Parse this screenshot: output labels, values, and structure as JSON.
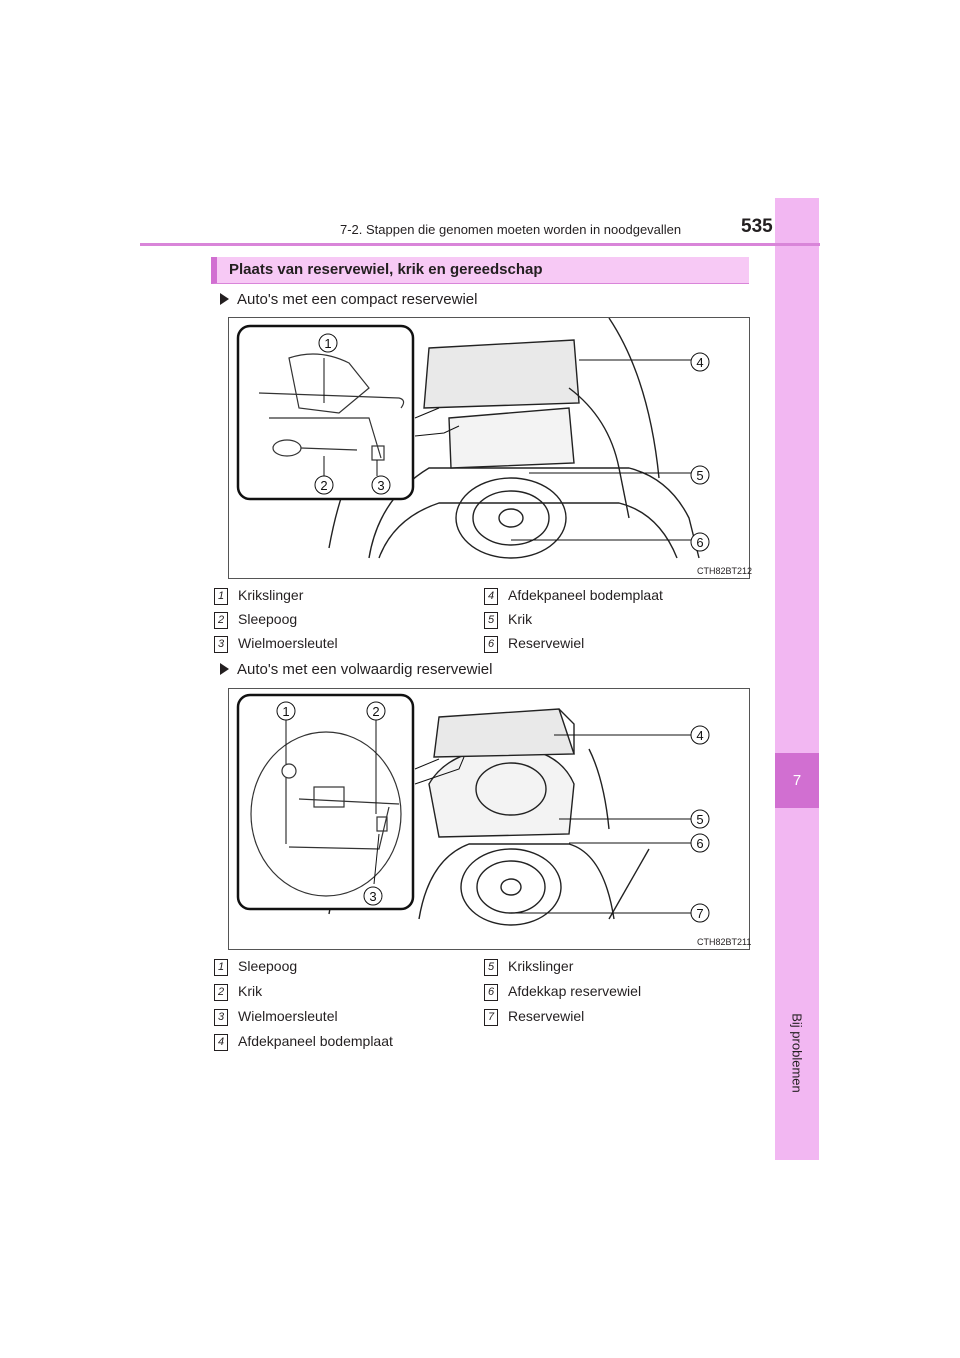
{
  "header": {
    "chapter_title": "7-2. Stappen die genomen moeten worden in noodgevallen",
    "page_number": "535"
  },
  "side_tab": {
    "chapter": "7",
    "label": "Bij problemen"
  },
  "section": {
    "title": "Plaats van reservewiel, krik en gereedschap"
  },
  "block1": {
    "bullet": "Auto's met een compact reservewiel",
    "figure_code": "CTH82BT212",
    "callouts": [
      "1",
      "2",
      "3",
      "4",
      "5",
      "6"
    ],
    "legend_left": [
      {
        "num": "1",
        "text": "Krikslinger"
      },
      {
        "num": "2",
        "text": "Sleepoog"
      },
      {
        "num": "3",
        "text": "Wielmoersleutel"
      }
    ],
    "legend_right": [
      {
        "num": "4",
        "text": "Afdekpaneel bodemplaat"
      },
      {
        "num": "5",
        "text": "Krik"
      },
      {
        "num": "6",
        "text": "Reservewiel"
      }
    ]
  },
  "block2": {
    "bullet": "Auto's met een volwaardig reservewiel",
    "figure_code": "CTH82BT211",
    "callouts": [
      "1",
      "2",
      "3",
      "4",
      "5",
      "6",
      "7"
    ],
    "legend_left": [
      {
        "num": "1",
        "text": "Sleepoog"
      },
      {
        "num": "2",
        "text": "Krik"
      },
      {
        "num": "3",
        "text": "Wielmoersleutel"
      },
      {
        "num": "4",
        "text": "Afdekpaneel bodemplaat"
      }
    ],
    "legend_right": [
      {
        "num": "5",
        "text": "Krikslinger"
      },
      {
        "num": "6",
        "text": "Afdekkap reservewiel"
      },
      {
        "num": "7",
        "text": "Reservewiel"
      }
    ]
  },
  "colors": {
    "accent": "#d16fd1",
    "side_tab": "#f2b7f2",
    "section_bar": "#f7c9f5"
  }
}
